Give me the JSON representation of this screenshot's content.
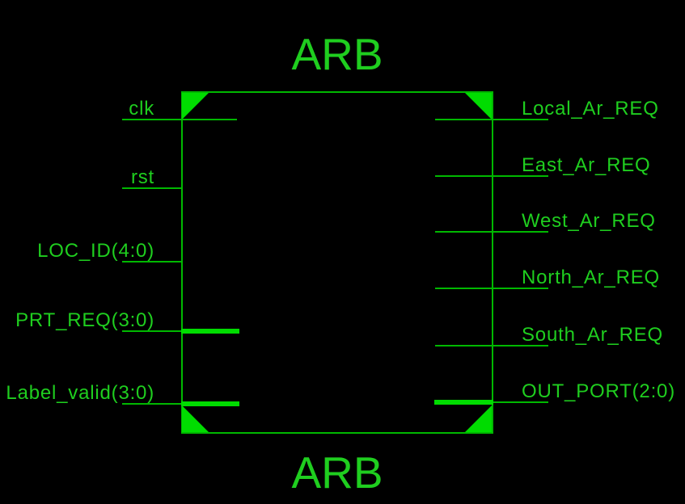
{
  "diagram": {
    "title_top": "ARB",
    "title_bottom": "ARB",
    "module_name": "ARB"
  },
  "colors": {
    "background": "#000000",
    "text": "#1fce1f",
    "line": "#00b800",
    "fill": "#00dc00"
  },
  "ports": {
    "left": [
      {
        "label": "clk",
        "kind": "clock",
        "thick_stub": false
      },
      {
        "label": "rst",
        "kind": "input",
        "thick_stub": false
      },
      {
        "label": "LOC_ID(4:0)",
        "kind": "input",
        "thick_stub": false
      },
      {
        "label": "PRT_REQ(3:0)",
        "kind": "input",
        "thick_stub": true
      },
      {
        "label": "Label_valid(3:0)",
        "kind": "input",
        "thick_stub": true
      }
    ],
    "right": [
      {
        "label": "Local_Ar_REQ",
        "kind": "output",
        "thick_stub": false
      },
      {
        "label": "East_Ar_REQ",
        "kind": "output",
        "thick_stub": false
      },
      {
        "label": "West_Ar_REQ",
        "kind": "output",
        "thick_stub": false
      },
      {
        "label": "North_Ar_REQ",
        "kind": "output",
        "thick_stub": false
      },
      {
        "label": "South_Ar_REQ",
        "kind": "output",
        "thick_stub": false
      },
      {
        "label": "OUT_PORT(2:0)",
        "kind": "output",
        "thick_stub": true
      }
    ]
  }
}
